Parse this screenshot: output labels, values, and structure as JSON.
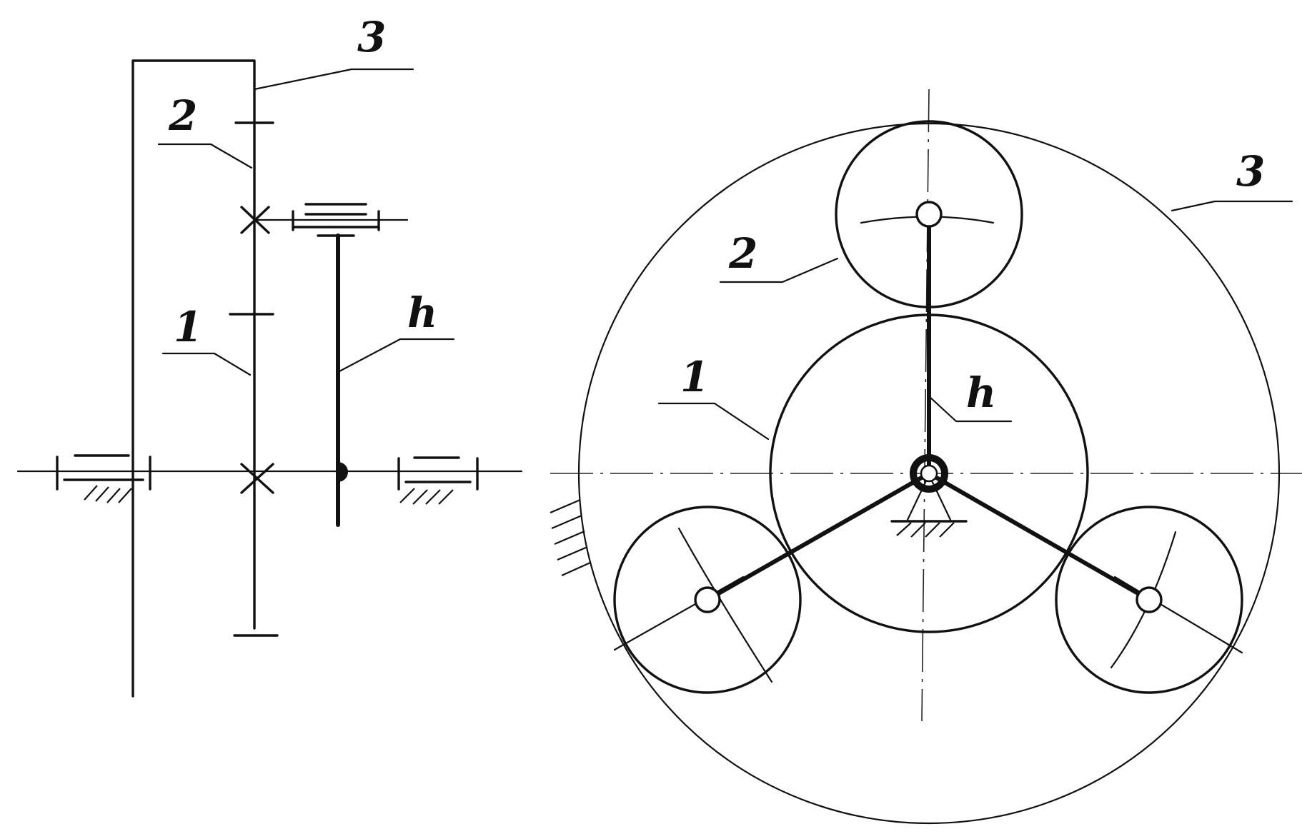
{
  "labels": {
    "side_sun": "1",
    "side_planet": "2",
    "side_ring": "3",
    "side_carrier": "h",
    "front_sun": "1",
    "front_planet": "2",
    "front_ring": "3",
    "front_carrier": "h"
  }
}
